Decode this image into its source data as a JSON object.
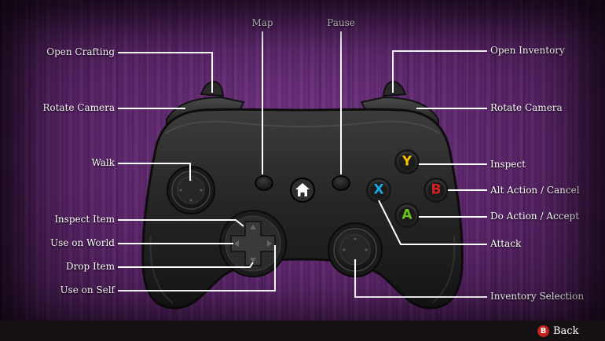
{
  "labels": {
    "map": "Map",
    "pause": "Pause",
    "open_crafting": "Open Crafting",
    "rotate_camera_left": "Rotate Camera",
    "walk": "Walk",
    "inspect_item": "Inspect Item",
    "use_on_world": "Use on World",
    "drop_item": "Drop Item",
    "use_on_self": "Use on Self",
    "open_inventory": "Open Inventory",
    "rotate_camera_right": "Rotate Camera",
    "inspect": "Inspect",
    "alt_action": "Alt Action / Cancel",
    "do_action": "Do Action / Accept",
    "attack": "Attack",
    "inventory_selection": "Inventory Selection"
  },
  "buttons": {
    "y": "Y",
    "b": "B",
    "a": "A",
    "x": "X"
  },
  "footer": {
    "back_button_glyph": "B",
    "back_label": "Back"
  },
  "colors": {
    "background": "#5a2468",
    "leader_line": "#ffffff",
    "button_y": "#f2c200",
    "button_b": "#d62020",
    "button_a": "#6cc11e",
    "button_x": "#1aa7e0"
  }
}
